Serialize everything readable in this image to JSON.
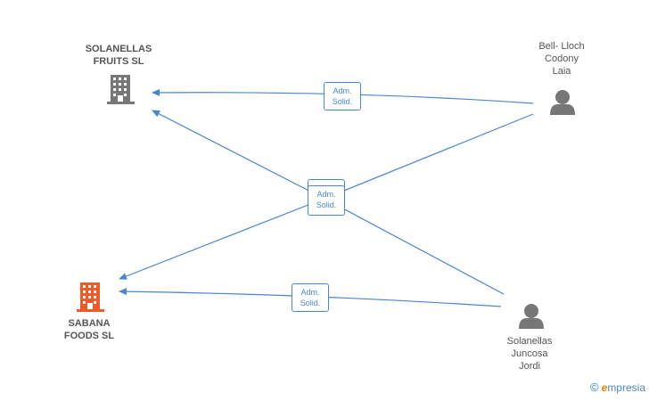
{
  "nodes": {
    "solanellas_fruits": {
      "label": "SOLANELLAS\nFRUITS  SL",
      "kind": "company",
      "color": "#777777"
    },
    "sabana_foods": {
      "label": "SABANA\nFOODS  SL",
      "kind": "company",
      "color": "#f05a28"
    },
    "bell_lloch": {
      "label": "Bell- Lloch\nCodony\nLaia",
      "kind": "person",
      "color": "#777777"
    },
    "solanellas_juncosa": {
      "label": "Solanellas\nJuncosa\nJordi",
      "kind": "person",
      "color": "#777777"
    }
  },
  "edges": [
    {
      "from": "bell_lloch",
      "to": "solanellas_fruits",
      "label": "Adm.\nSolid."
    },
    {
      "from": "bell_lloch",
      "to": "sabana_foods",
      "label": "Adm.\nSolid."
    },
    {
      "from": "solanellas_juncosa",
      "to": "solanellas_fruits",
      "label": "Adm.\nSolid."
    },
    {
      "from": "solanellas_juncosa",
      "to": "sabana_foods",
      "label": "Adm.\nSolid."
    }
  ],
  "colors": {
    "edge": "#4a86cf"
  },
  "watermark": {
    "copyright": "©",
    "brand_initial": "e",
    "brand_rest": "mpresia"
  }
}
